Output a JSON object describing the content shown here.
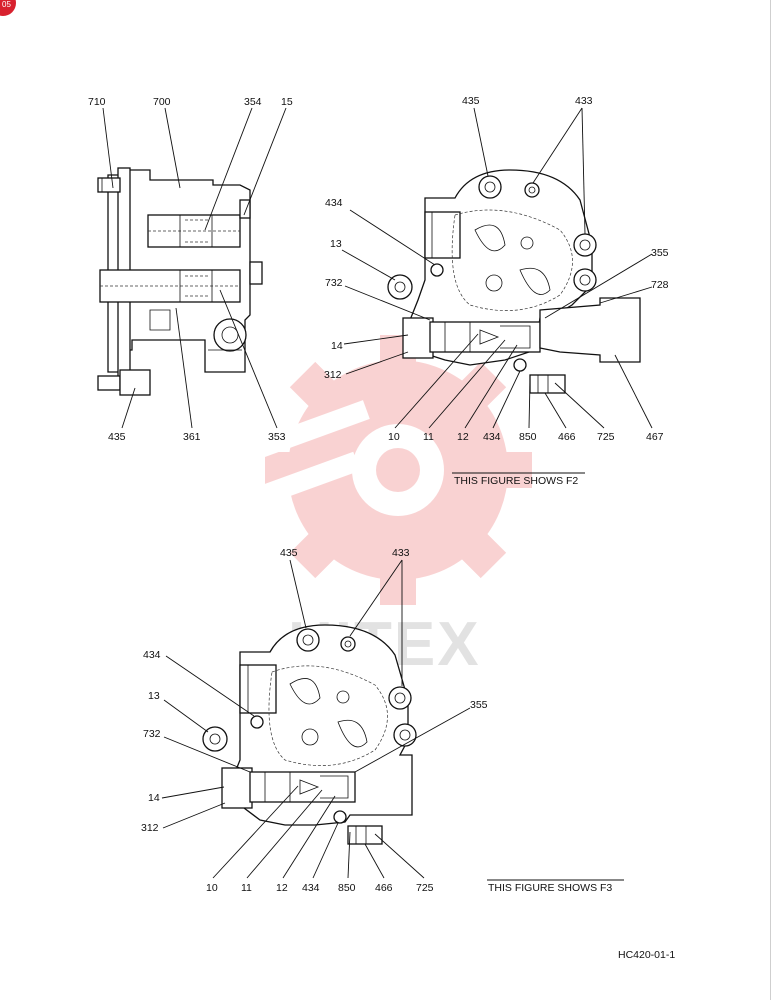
{
  "corner_badge": "05",
  "watermark": {
    "brand_text": "HITEX",
    "gear_color": "#e53838"
  },
  "figure_top": {
    "caption": "THIS FIGURE SHOWS  F2",
    "side_labels": [
      "710",
      "700",
      "354",
      "15",
      "435",
      "361",
      "353"
    ],
    "front_labels": [
      "435",
      "433",
      "434",
      "13",
      "732",
      "14",
      "312",
      "355",
      "728",
      "10",
      "11",
      "12",
      "434",
      "850",
      "466",
      "725",
      "467"
    ]
  },
  "figure_bottom": {
    "caption": "THIS FIGURE SHOWS  F3",
    "labels": [
      "435",
      "433",
      "434",
      "13",
      "732",
      "14",
      "312",
      "355",
      "10",
      "11",
      "12",
      "434",
      "850",
      "466",
      "725"
    ]
  },
  "drawing_code": "HC420-01-1"
}
